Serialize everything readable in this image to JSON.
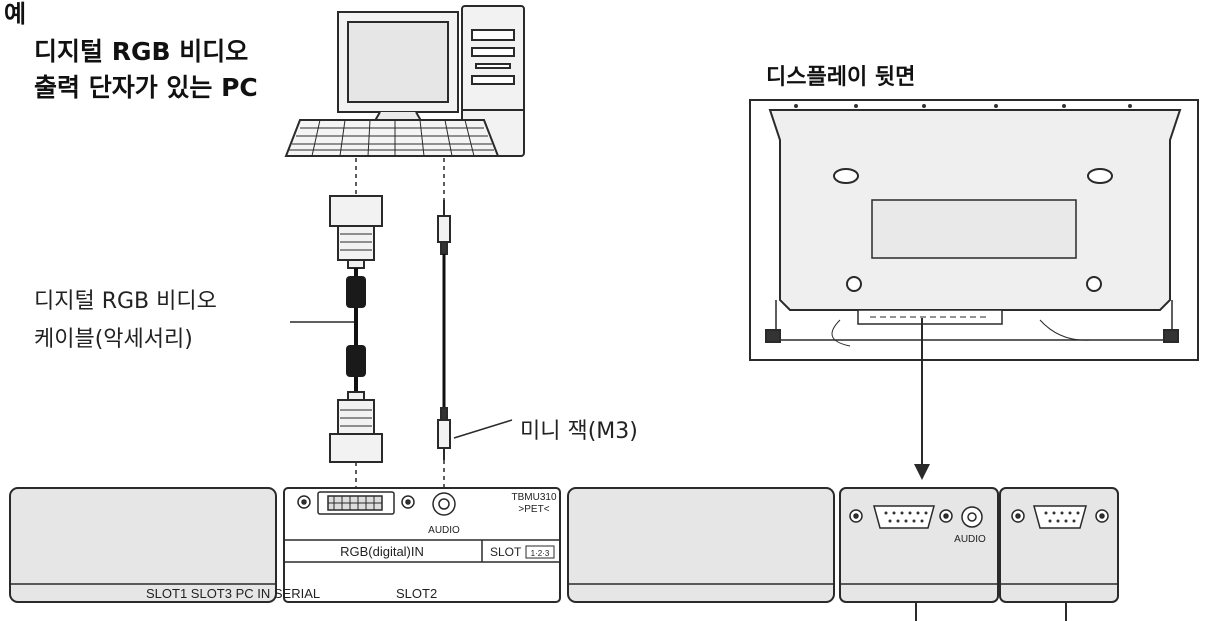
{
  "heading": {
    "marker": "예",
    "pc_line1": "디지털 RGB 비디오",
    "pc_line2": "출력 단자가 있는 PC",
    "display_back": "디스플레이 뒷면"
  },
  "labels": {
    "dvi_cable_line1": "디지털 RGB 비디오",
    "dvi_cable_line2": "케이블(악세서리)",
    "mini_jack": "미니 잭(M3)"
  },
  "panel": {
    "audio": "AUDIO",
    "model_line1": "TBMU310",
    "model_line2": ">PET<",
    "rgb_in": "RGB(digital)IN",
    "slot": "SLOT",
    "slot_badge": "1·2·3",
    "right_audio": "AUDIO",
    "bottom_row": "SLOT1 SLOT3 PC IN SERIAL",
    "slot2": "SLOT2"
  },
  "colors": {
    "line": "#2a2a2a",
    "panel_fill": "#e6e6e6",
    "screen_fill": "#d9d9d9"
  },
  "icons": [
    "pc-tower-icon",
    "monitor-icon",
    "keyboard-icon",
    "dvi-plug-icon",
    "mini-jack-plug-icon",
    "dvi-port-icon",
    "vga-port-icon",
    "serial-port-icon",
    "audio-jack-icon"
  ]
}
